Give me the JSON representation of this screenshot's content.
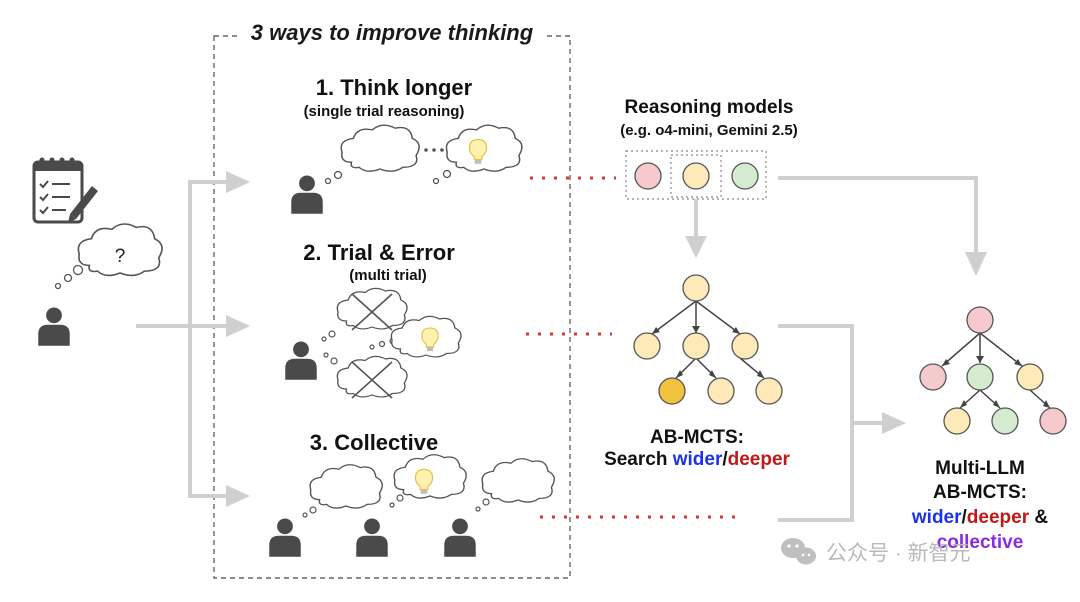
{
  "title": "3 ways to improve thinking",
  "methods": [
    {
      "heading": "1. Think longer",
      "sub": "(single trial reasoning)"
    },
    {
      "heading": "2. Trial & Error",
      "sub": "(multi trial)"
    },
    {
      "heading": "3. Collective"
    }
  ],
  "question_mark": "?",
  "reasoning_models": {
    "title": "Reasoning models",
    "subtitle": "(e.g. o4-mini, Gemini 2.5)"
  },
  "ab_mcts": {
    "line1": "AB-MCTS:",
    "prefix": "Search ",
    "wider": "wider",
    "slash": "/",
    "deeper": "deeper"
  },
  "multi_llm": {
    "line1": "Multi-LLM",
    "line2": "AB-MCTS:",
    "wider": "wider",
    "slash": "/",
    "deeper": "deeper",
    "amp": " &",
    "collective": "collective"
  },
  "watermark": "公众号 · 新智元",
  "colors": {
    "red_node": "#f6c9cc",
    "yellow_node": "#fdeab8",
    "green_node": "#d5ebcf",
    "orange_node": "#f2c33e",
    "arrow": "#cfcfcf",
    "person": "#4a4a4a",
    "blue": "#1f33e6",
    "red": "#c21818",
    "purple": "#8a2be2"
  }
}
